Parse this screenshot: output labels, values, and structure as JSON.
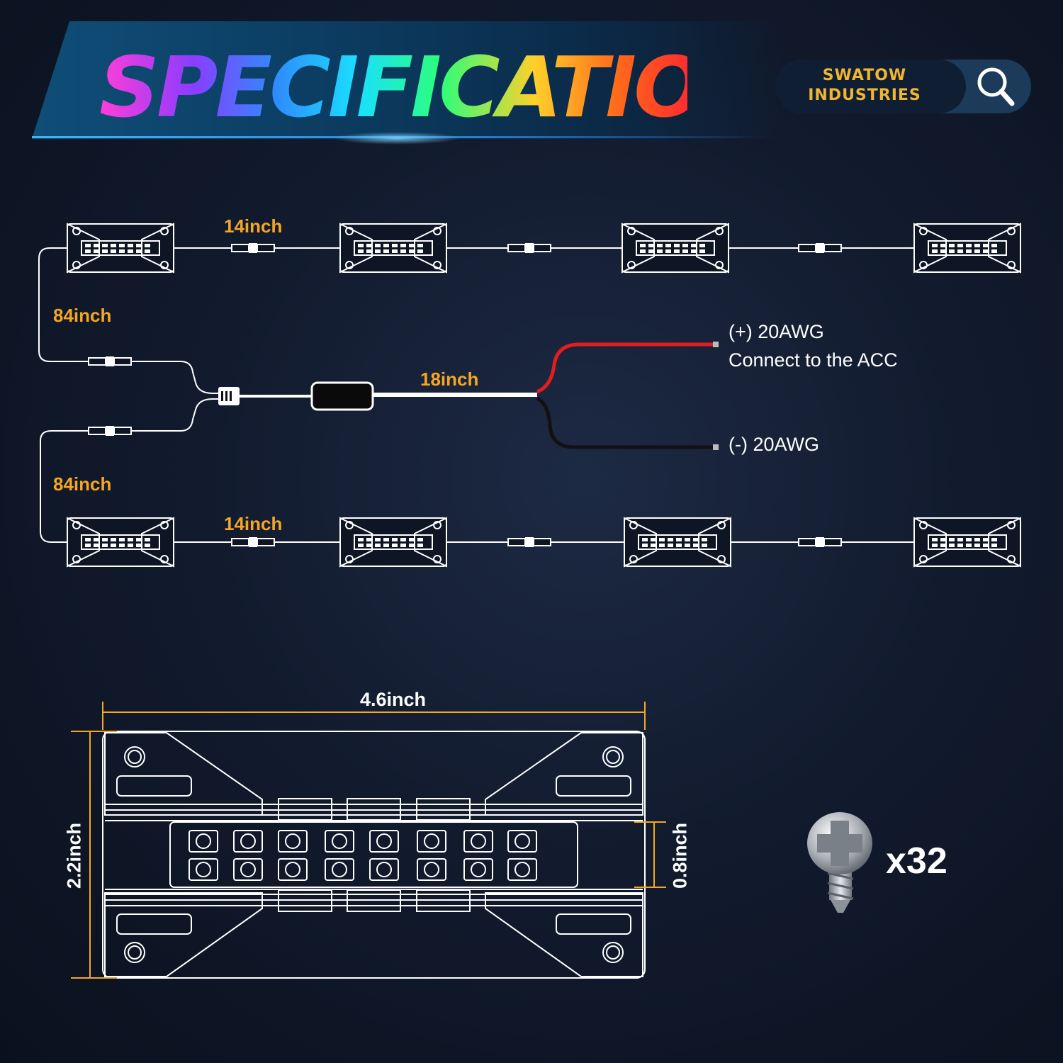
{
  "header": {
    "title": "SPECIFICATION"
  },
  "brand": {
    "line1": "SWATOW",
    "line2": "INDUSTRIES",
    "icon": "search-icon"
  },
  "wiring": {
    "seg_top": "14inch",
    "seg_bottom": "14inch",
    "branch_top": "84inch",
    "branch_bottom": "84inch",
    "lead": "18inch",
    "positive": "(+) 20AWG",
    "positive_note": "Connect to the ACC",
    "negative": "(-) 20AWG"
  },
  "dimensions": {
    "width": "4.6inch",
    "height": "2.2inch",
    "lens": "0.8inch"
  },
  "hardware": {
    "quantity": "x32",
    "icon": "screw-icon"
  },
  "colors": {
    "accent": "#f5a623",
    "positive_wire": "#e11d1d",
    "negative_wire": "#111111",
    "wire": "#ffffff"
  }
}
